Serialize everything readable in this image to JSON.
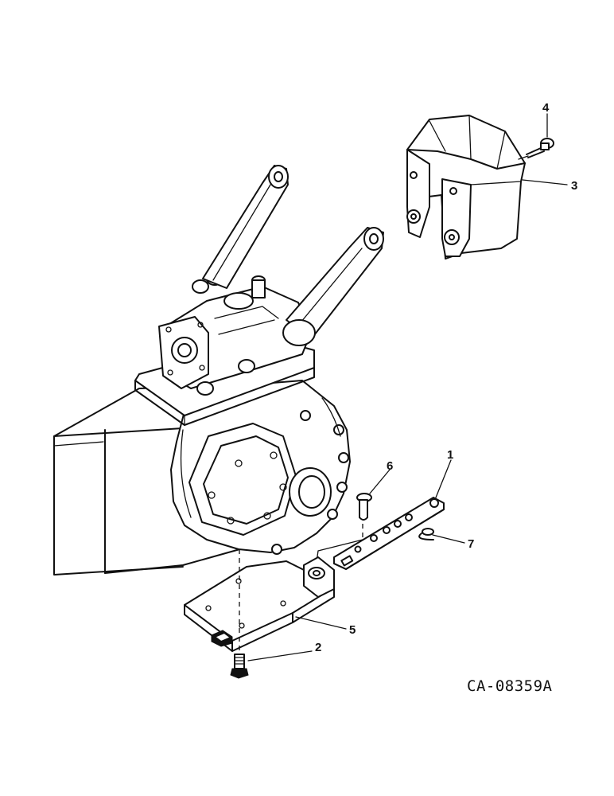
{
  "callouts": [
    {
      "id": "1",
      "label": "1"
    },
    {
      "id": "2",
      "label": "2"
    },
    {
      "id": "3",
      "label": "3"
    },
    {
      "id": "4",
      "label": "4"
    },
    {
      "id": "5",
      "label": "5"
    },
    {
      "id": "6",
      "label": "6"
    },
    {
      "id": "7",
      "label": "7"
    }
  ],
  "reference_code": "CA-08359A"
}
